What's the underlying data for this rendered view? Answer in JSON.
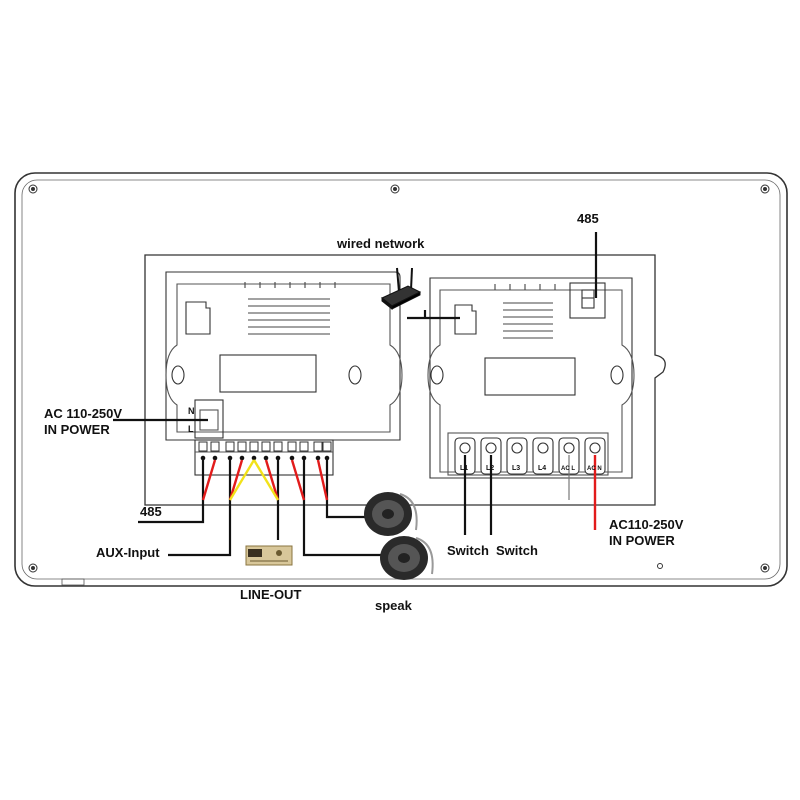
{
  "labels": {
    "wired_network": "wired network",
    "rs485_right": "485",
    "rs485_left": "485",
    "ac_power_left_line1": "AC 110-250V",
    "ac_power_left_line2": "IN POWER",
    "aux_input": "AUX-Input",
    "line_out": "LINE-OUT",
    "speak": "speak",
    "switch_1": "Switch",
    "switch_2": "Switch",
    "ac_power_right_line1": "AC110-250V",
    "ac_power_right_line2": "IN POWER"
  },
  "terminal_labels": {
    "left_block_n": "N",
    "left_block_l": "L",
    "right_terminals": [
      "L1",
      "L2",
      "L3",
      "L4",
      "AC L",
      "AC N"
    ]
  },
  "colors": {
    "wire_black": "#111111",
    "wire_red": "#e21b1b",
    "wire_yellow": "#f2e21a",
    "outline": "#333333"
  },
  "icons": [
    "router-icon",
    "amplifier-icon",
    "speaker-icon",
    "speaker-icon"
  ]
}
